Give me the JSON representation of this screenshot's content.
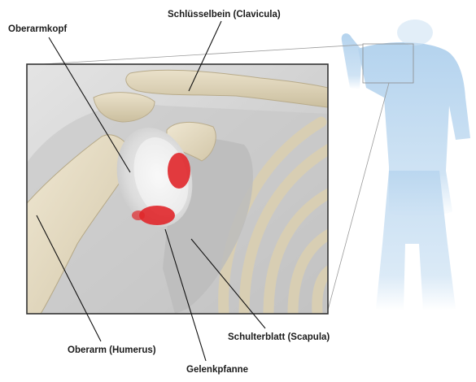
{
  "labels": {
    "oberarmkopf": "Oberarmkopf",
    "clavicula": "Schlüsselbein (Clavicula)",
    "humerus": "Oberarm (Humerus)",
    "scapula": "Schulterblatt (Scapula)",
    "gelenkpfanne": "Gelenkpfanne"
  },
  "colors": {
    "bone": "#e5dcc4",
    "bone_shadow": "#c9bd9e",
    "background_gray": "#cfcfcf",
    "inflammation_red": "#e0262a",
    "body_figure": "#b9d6ef",
    "frame": "#333333",
    "leader_line": "#111111"
  }
}
